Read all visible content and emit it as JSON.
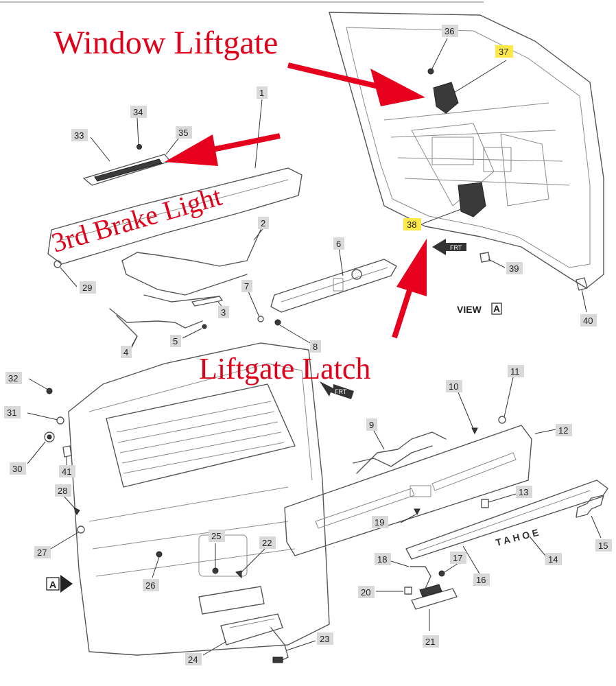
{
  "annotations": {
    "window_liftgate": "Window Liftgate",
    "brake_light": "3rd Brake Light",
    "liftgate_latch": "Liftgate Latch"
  },
  "view": {
    "label": "VIEW",
    "letter": "A",
    "frt": "FRT",
    "marker": "A"
  },
  "callouts": {
    "c1": "1",
    "c2": "2",
    "c3": "3",
    "c4": "4",
    "c5": "5",
    "c6": "6",
    "c7": "7",
    "c8": "8",
    "c9": "9",
    "c10": "10",
    "c11": "11",
    "c12": "12",
    "c13": "13",
    "c14": "14",
    "c15": "15",
    "c16": "16",
    "c17": "17",
    "c18": "18",
    "c19": "19",
    "c20": "20",
    "c21": "21",
    "c22": "22",
    "c23": "23",
    "c24": "24",
    "c25": "25",
    "c26": "26",
    "c27": "27",
    "c28": "28",
    "c29": "29",
    "c30": "30",
    "c31": "31",
    "c32": "32",
    "c33": "33",
    "c34": "34",
    "c35": "35",
    "c36": "36",
    "c37": "37",
    "c38": "38",
    "c39": "39",
    "c40": "40",
    "c41": "41"
  },
  "highlighted_callouts": [
    "37",
    "38"
  ],
  "colors": {
    "annotation": "#e6001e",
    "highlight": "#ffe84a",
    "callout_box": "#d9d9d9"
  },
  "emblem_text": "TAHOE"
}
